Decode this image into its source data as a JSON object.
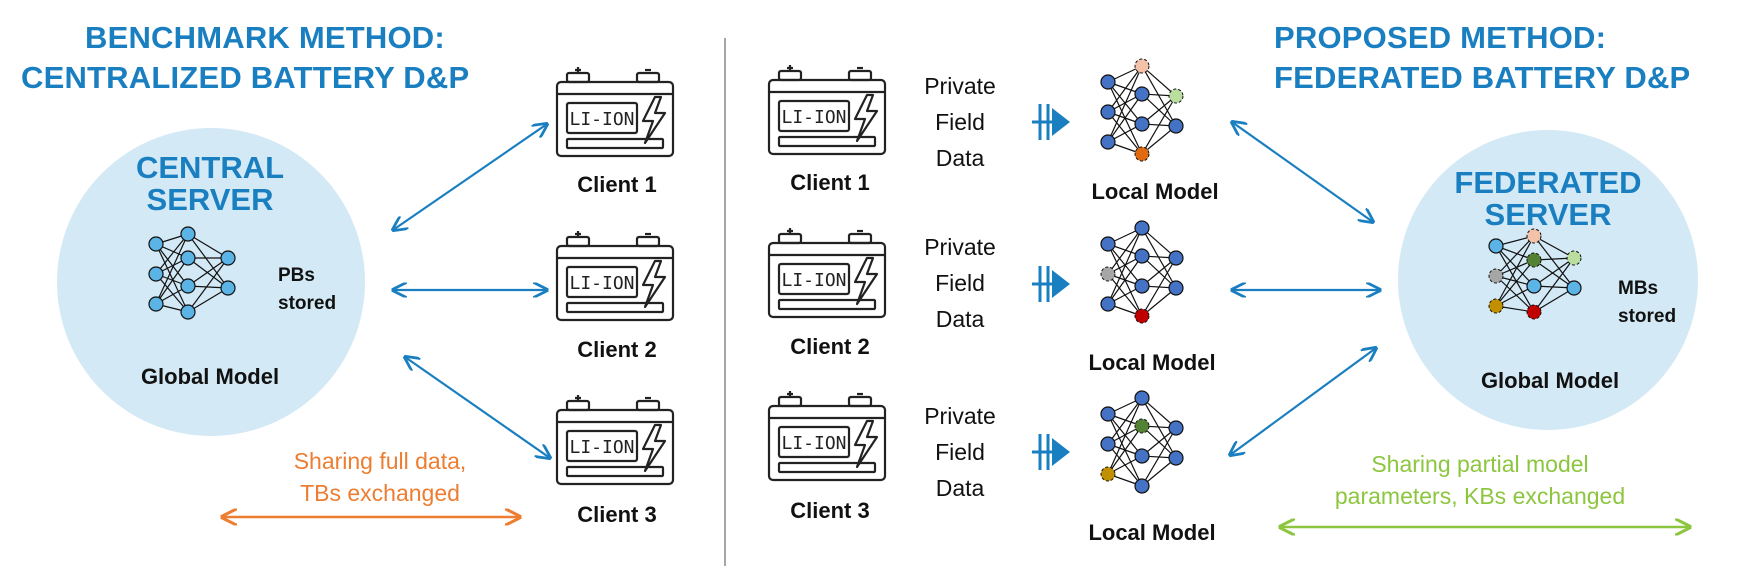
{
  "benchmark": {
    "title_line1": "BENCHMARK METHOD:",
    "title_line2": "CENTRALIZED BATTERY D&P",
    "server_line1": "CENTRAL",
    "server_line2": "SERVER",
    "storage_line1": "PBs",
    "storage_line2": "stored",
    "model_label": "Global Model",
    "note_line1": "Sharing full data,",
    "note_line2": "TBs exchanged",
    "clients": [
      "Client 1",
      "Client 2",
      "Client 3"
    ]
  },
  "proposed": {
    "title_line1": "PROPOSED METHOD:",
    "title_line2": "FEDERATED BATTERY D&P",
    "server_line1": "FEDERATED",
    "server_line2": "SERVER",
    "storage_line1": "MBs",
    "storage_line2": "stored",
    "model_label": "Global Model",
    "note_line1": "Sharing partial model",
    "note_line2": "parameters, KBs exchanged",
    "clients": [
      "Client 1",
      "Client 2",
      "Client 3"
    ],
    "data_line1": "Private",
    "data_line2": "Field",
    "data_line3": "Data",
    "local_model_label": "Local Model"
  },
  "battery_label": "LI-ION",
  "colors": {
    "title_blue": "#1a7fc0",
    "arrow_blue": "#1a7fc0",
    "server_fill": "#d3e9f5",
    "node_light": "#5bb4e5",
    "node_dark": "#4472c4",
    "orange": "#ed7d31",
    "green": "#8cc63f"
  }
}
